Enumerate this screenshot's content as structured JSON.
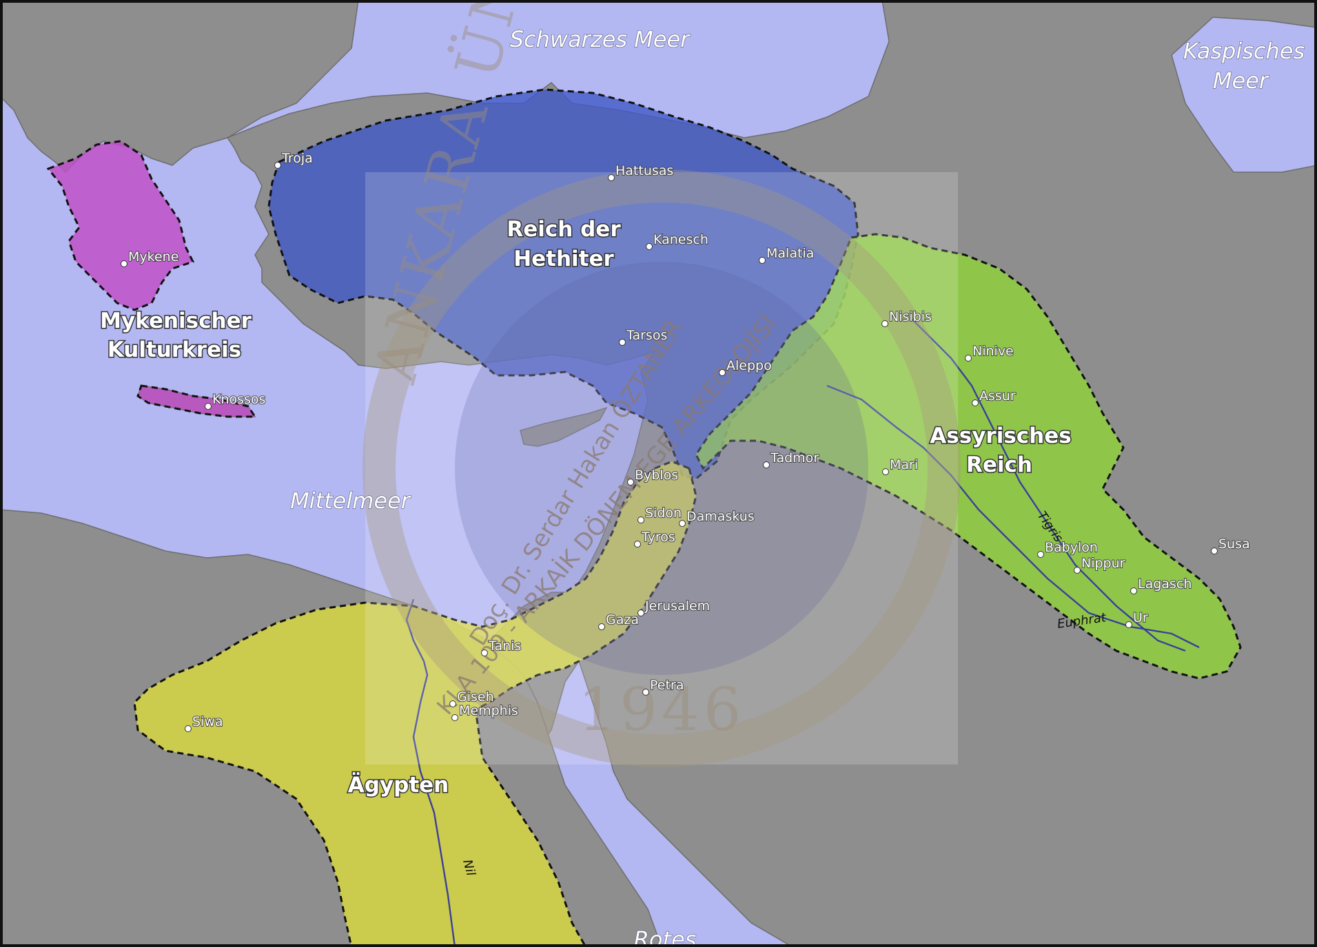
{
  "seas": [
    {
      "id": "black-sea",
      "label": "Schwarzes Meer"
    },
    {
      "id": "caspian-sea",
      "label": "Kaspisches Meer",
      "line1": "Kaspisches",
      "line2": "Meer"
    },
    {
      "id": "mediterranean",
      "label": "Mittelmeer"
    },
    {
      "id": "red-sea",
      "label": "Rotes"
    }
  ],
  "regions": [
    {
      "id": "hittite",
      "line1": "Reich der",
      "line2": "Hethiter",
      "color": "#3f58c8"
    },
    {
      "id": "mycenaean",
      "line1": "Mykenischer",
      "line2": "Kulturkreis",
      "color": "#c050c8"
    },
    {
      "id": "assyrian",
      "line1": "Assyrisches",
      "line2": "Reich",
      "color": "#8fd23a"
    },
    {
      "id": "egypt",
      "line1": "Ägypten",
      "color": "#d8d840"
    }
  ],
  "cities": [
    "Troja",
    "Hattusas",
    "Kanesch",
    "Malatia",
    "Mykene",
    "Knossos",
    "Tarsos",
    "Aleppo",
    "Nisibis",
    "Ninive",
    "Assur",
    "Mari",
    "Tadmor",
    "Byblos",
    "Sidon",
    "Damaskus",
    "Tyros",
    "Jerusalem",
    "Gaza",
    "Tanis",
    "Petra",
    "Giseh",
    "Memphis",
    "Siwa",
    "Babylon",
    "Nippur",
    "Lagasch",
    "Ur",
    "Susa"
  ],
  "rivers": [
    "Tigris",
    "Euphrat",
    "Nil"
  ],
  "watermark": {
    "arc_text": "ANKARA ÜNİVERSİTESİ",
    "year": "1946",
    "diag_line1": "Doç. Dr. Serdar Hakan ÖZTANER",
    "diag_line2": "KLA 109 - ARKAİK DÖNEM EGE ARKEOLOJİSİ"
  },
  "colors": {
    "sea": "#b4b8f2",
    "land": "#8e8e8e",
    "hittite": "#3f58c8",
    "mycenaean": "#c050c8",
    "assyrian": "#8fd23a",
    "egypt": "#d8d840"
  }
}
